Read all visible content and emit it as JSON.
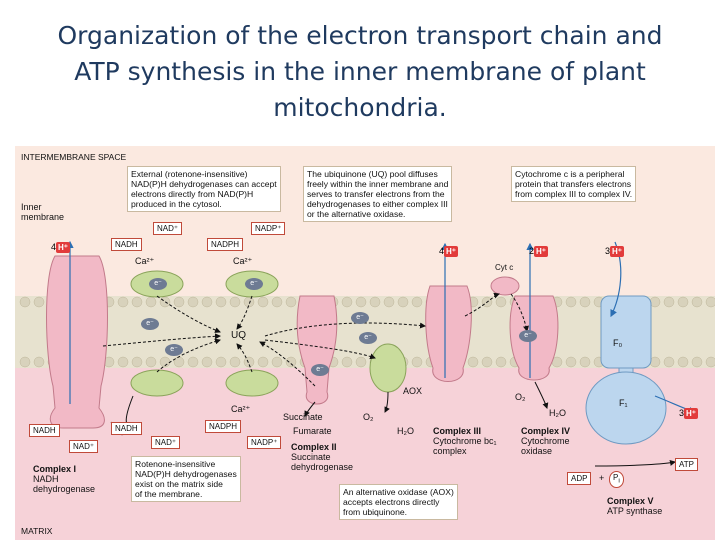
{
  "title_lines": [
    "Organization of the electron transport chain and",
    "ATP synthesis in the inner membrane of plant",
    "mitochondria."
  ],
  "regions": {
    "intermembrane_space": "INTERMEMBRANE SPACE",
    "matrix": "MATRIX",
    "inner_membrane": [
      "Inner",
      "membrane"
    ]
  },
  "notes": {
    "external_dehydrogenases": [
      "External (rotenone-insensitive)",
      "NAD(P)H dehydrogenases can accept",
      "electrons directly from NAD(P)H",
      "produced in the cytosol."
    ],
    "ubiquinone_pool": [
      "The ubiquinone (UQ) pool diffuses",
      "freely within the inner membrane and",
      "serves to transfer electrons from the",
      "dehydrogenases to either complex III",
      "or the alternative oxidase."
    ],
    "cytochrome_c": [
      "Cytochrome c is a peripheral",
      "protein that transfers electrons",
      "from complex III to complex IV."
    ],
    "internal_dehydrogenases": [
      "Rotenone-insensitive",
      "NAD(P)H dehydrogenases",
      "exist on the matrix side",
      "of the membrane."
    ],
    "alternative_oxidase": [
      "An alternative oxidase (AOX)",
      "accepts electrons directly",
      "from ubiquinone."
    ]
  },
  "tags": {
    "nad_plus_top": "NAD⁺",
    "nadp_plus_top": "NADP⁺",
    "nadh_top": "NADH",
    "nadph_top": "NADPH",
    "nadh_left": "NADH",
    "nad_plus_left": "NAD⁺",
    "nadh_bottom": "NADH",
    "nad_plus_bottom": "NAD⁺",
    "nadph_bottom": "NADPH",
    "nadp_plus_bottom": "NADP⁺",
    "adp": "ADP",
    "pi": "P",
    "pi_sub": "i",
    "atp": "ATP"
  },
  "labels": {
    "ca_top_1": "Ca²⁺",
    "ca_top_2": "Ca²⁺",
    "ca_bottom": "Ca²⁺",
    "uq": "UQ",
    "cyt_c": "Cyt c",
    "aox": "AOX",
    "succinate": "Succinate",
    "fumarate": "Fumarate",
    "o2_1": "O₂",
    "h2o_1": "H₂O",
    "o2_2": "O₂",
    "h2o_2": "H₂O",
    "fo": "F₀",
    "f1": "F₁",
    "electron": "e⁻"
  },
  "protons": {
    "p1": {
      "count": "4",
      "ion": "H⁺"
    },
    "p2": {
      "count": "4",
      "ion": "H⁺"
    },
    "p3": {
      "count": "2",
      "ion": "H⁺"
    },
    "p4": {
      "count": "3",
      "ion": "H⁺"
    },
    "p5": {
      "count": "3",
      "ion": "H⁺"
    }
  },
  "complexes": {
    "c1": {
      "name": "Complex I",
      "desc": [
        "NADH",
        "dehydrogenase"
      ]
    },
    "c2": {
      "name": "Complex II",
      "desc": [
        "Succinate",
        "dehydrogenase"
      ]
    },
    "c3": {
      "name": "Complex III",
      "desc": [
        "Cytochrome bc₁",
        "complex"
      ]
    },
    "c4": {
      "name": "Complex IV",
      "desc": [
        "Cytochrome",
        "oxidase"
      ]
    },
    "c5": {
      "name": "Complex V",
      "desc": [
        "ATP synthase"
      ]
    }
  },
  "colors": {
    "title": "#1f3a5f",
    "ims_bg": "#fbe9e0",
    "matrix_bg": "#f6d2d8",
    "membrane": "#e7e2cf",
    "protein_pink": "#f2b9c6",
    "protein_green": "#c9dc9c",
    "atp_synthase_blue": "#bcd6ee",
    "proton_red": "#e23b3b",
    "arrow_blue": "#2c6fb3"
  }
}
